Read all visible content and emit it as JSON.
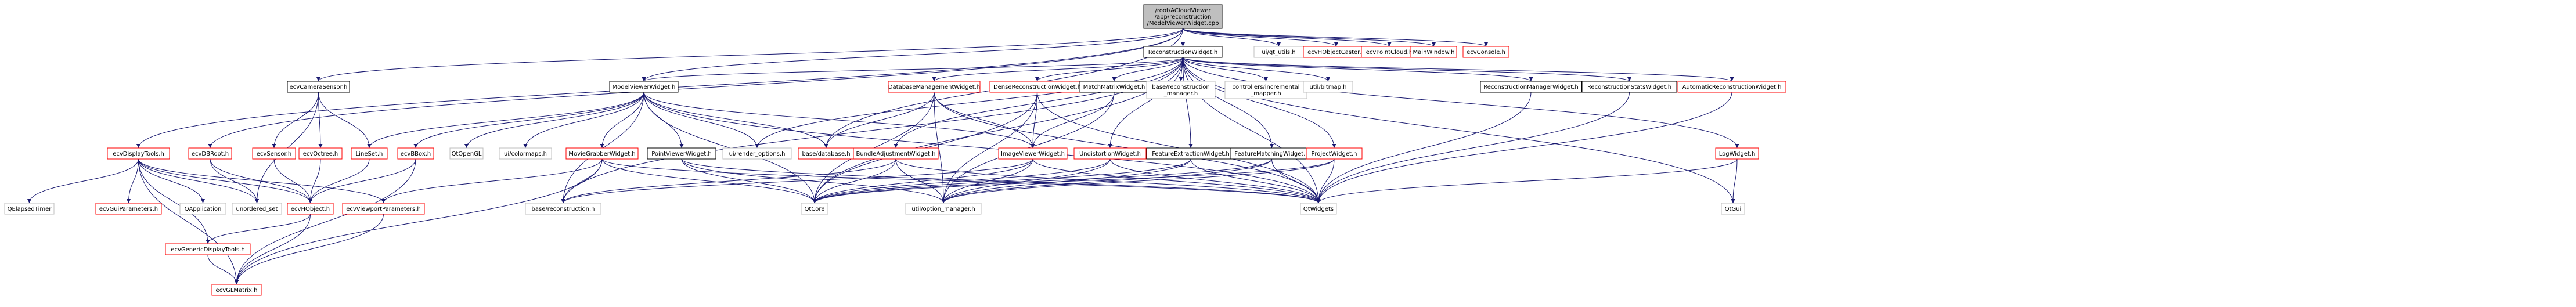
{
  "diagram": {
    "nodes": [
      {
        "id": "root",
        "lines": [
          "/root/ACloudViewer",
          "/app/reconstruction",
          "/ModelViewerWidget.cpp"
        ],
        "style": "root"
      },
      {
        "id": "ReconstructionWidget",
        "lines": [
          "ReconstructionWidget.h"
        ],
        "style": "black"
      },
      {
        "id": "qt_utils",
        "lines": [
          "ui/qt_utils.h"
        ],
        "style": "gray"
      },
      {
        "id": "ecvHObjectCaster",
        "lines": [
          "ecvHObjectCaster.h"
        ],
        "style": "red"
      },
      {
        "id": "ecvPointCloud",
        "lines": [
          "ecvPointCloud.h"
        ],
        "style": "red"
      },
      {
        "id": "MainWindow",
        "lines": [
          "MainWindow.h"
        ],
        "style": "red"
      },
      {
        "id": "ecvConsole",
        "lines": [
          "ecvConsole.h"
        ],
        "style": "red"
      },
      {
        "id": "ecvCameraSensor",
        "lines": [
          "ecvCameraSensor.h"
        ],
        "style": "black"
      },
      {
        "id": "ModelViewerWidget",
        "lines": [
          "ModelViewerWidget.h"
        ],
        "style": "black"
      },
      {
        "id": "DatabaseManagementWidget",
        "lines": [
          "DatabaseManagementWidget.h"
        ],
        "style": "red"
      },
      {
        "id": "DenseReconstructionWidget",
        "lines": [
          "DenseReconstructionWidget.h"
        ],
        "style": "red"
      },
      {
        "id": "MatchMatrixWidget",
        "lines": [
          "MatchMatrixWidget.h"
        ],
        "style": "black"
      },
      {
        "id": "base_reconstruction_manager",
        "lines": [
          "base/reconstruction",
          "_manager.h"
        ],
        "style": "gray"
      },
      {
        "id": "controllers_incremental_mapper",
        "lines": [
          "controllers/incremental",
          "_mapper.h"
        ],
        "style": "gray"
      },
      {
        "id": "util_bitmap",
        "lines": [
          "util/bitmap.h"
        ],
        "style": "gray"
      },
      {
        "id": "ReconstructionManagerWidget",
        "lines": [
          "ReconstructionManagerWidget.h"
        ],
        "style": "black"
      },
      {
        "id": "ReconstructionStatsWidget",
        "lines": [
          "ReconstructionStatsWidget.h"
        ],
        "style": "black"
      },
      {
        "id": "AutomaticReconstructionWidget",
        "lines": [
          "AutomaticReconstructionWidget.h"
        ],
        "style": "red"
      },
      {
        "id": "ecvDisplayTools",
        "lines": [
          "ecvDisplayTools.h"
        ],
        "style": "red"
      },
      {
        "id": "ecvDBRoot",
        "lines": [
          "ecvDBRoot.h"
        ],
        "style": "red"
      },
      {
        "id": "ecvSensor",
        "lines": [
          "ecvSensor.h"
        ],
        "style": "red"
      },
      {
        "id": "ecvOctree",
        "lines": [
          "ecvOctree.h"
        ],
        "style": "red"
      },
      {
        "id": "LineSet",
        "lines": [
          "LineSet.h"
        ],
        "style": "red"
      },
      {
        "id": "ecvBBox",
        "lines": [
          "ecvBBox.h"
        ],
        "style": "red"
      },
      {
        "id": "QtOpenGL",
        "lines": [
          "QtOpenGL"
        ],
        "style": "gray"
      },
      {
        "id": "ui_colormaps",
        "lines": [
          "ui/colormaps.h"
        ],
        "style": "gray"
      },
      {
        "id": "MovieGrabberWidget",
        "lines": [
          "MovieGrabberWidget.h"
        ],
        "style": "red"
      },
      {
        "id": "PointViewerWidget",
        "lines": [
          "PointViewerWidget.h"
        ],
        "style": "black"
      },
      {
        "id": "ui_render_options",
        "lines": [
          "ui/render_options.h"
        ],
        "style": "gray"
      },
      {
        "id": "base_database",
        "lines": [
          "base/database.h"
        ],
        "style": "red"
      },
      {
        "id": "BundleAdjustmentWidget",
        "lines": [
          "BundleAdjustmentWidget.h"
        ],
        "style": "red"
      },
      {
        "id": "ImageViewerWidget",
        "lines": [
          "ImageViewerWidget.h"
        ],
        "style": "red"
      },
      {
        "id": "UndistortionWidget",
        "lines": [
          "UndistortionWidget.h"
        ],
        "style": "red"
      },
      {
        "id": "FeatureExtractionWidget",
        "lines": [
          "FeatureExtractionWidget.h"
        ],
        "style": "black"
      },
      {
        "id": "FeatureMatchingWidget",
        "lines": [
          "FeatureMatchingWidget.h"
        ],
        "style": "black"
      },
      {
        "id": "ProjectWidget",
        "lines": [
          "ProjectWidget.h"
        ],
        "style": "red"
      },
      {
        "id": "LogWidget",
        "lines": [
          "LogWidget.h"
        ],
        "style": "red"
      },
      {
        "id": "QElapsedTimer",
        "lines": [
          "QElapsedTimer"
        ],
        "style": "gray"
      },
      {
        "id": "ecvGuiParameters",
        "lines": [
          "ecvGuiParameters.h"
        ],
        "style": "red"
      },
      {
        "id": "QApplication",
        "lines": [
          "QApplication"
        ],
        "style": "gray"
      },
      {
        "id": "unordered_set",
        "lines": [
          "unordered_set"
        ],
        "style": "gray"
      },
      {
        "id": "ecvHObject",
        "lines": [
          "ecvHObject.h"
        ],
        "style": "red"
      },
      {
        "id": "ecvViewportParameters",
        "lines": [
          "ecvViewportParameters.h"
        ],
        "style": "red"
      },
      {
        "id": "base_reconstruction",
        "lines": [
          "base/reconstruction.h"
        ],
        "style": "gray"
      },
      {
        "id": "QtCore",
        "lines": [
          "QtCore"
        ],
        "style": "gray"
      },
      {
        "id": "util_option_manager",
        "lines": [
          "util/option_manager.h"
        ],
        "style": "gray"
      },
      {
        "id": "QtWidgets",
        "lines": [
          "QtWidgets"
        ],
        "style": "gray"
      },
      {
        "id": "QtGui",
        "lines": [
          "QtGui"
        ],
        "style": "gray"
      },
      {
        "id": "ecvGenericDisplayTools",
        "lines": [
          "ecvGenericDisplayTools.h"
        ],
        "style": "red"
      },
      {
        "id": "ecvGLMatrix",
        "lines": [
          "ecvGLMatrix.h"
        ],
        "style": "red"
      }
    ],
    "edges": [
      [
        "root",
        "ReconstructionWidget"
      ],
      [
        "root",
        "qt_utils"
      ],
      [
        "root",
        "ecvHObjectCaster"
      ],
      [
        "root",
        "ecvPointCloud"
      ],
      [
        "root",
        "MainWindow"
      ],
      [
        "root",
        "ecvConsole"
      ],
      [
        "root",
        "ModelViewerWidget"
      ],
      [
        "root",
        "ecvCameraSensor"
      ],
      [
        "root",
        "ecvDisplayTools"
      ],
      [
        "root",
        "ecvDBRoot"
      ],
      [
        "root",
        "base_database"
      ],
      [
        "ReconstructionWidget",
        "ModelViewerWidget"
      ],
      [
        "ReconstructionWidget",
        "DatabaseManagementWidget"
      ],
      [
        "ReconstructionWidget",
        "DenseReconstructionWidget"
      ],
      [
        "ReconstructionWidget",
        "MatchMatrixWidget"
      ],
      [
        "ReconstructionWidget",
        "base_reconstruction_manager"
      ],
      [
        "ReconstructionWidget",
        "controllers_incremental_mapper"
      ],
      [
        "ReconstructionWidget",
        "util_bitmap"
      ],
      [
        "ReconstructionWidget",
        "ReconstructionManagerWidget"
      ],
      [
        "ReconstructionWidget",
        "ReconstructionStatsWidget"
      ],
      [
        "ReconstructionWidget",
        "AutomaticReconstructionWidget"
      ],
      [
        "ReconstructionWidget",
        "LogWidget"
      ],
      [
        "ReconstructionWidget",
        "BundleAdjustmentWidget"
      ],
      [
        "ReconstructionWidget",
        "UndistortionWidget"
      ],
      [
        "ReconstructionWidget",
        "FeatureExtractionWidget"
      ],
      [
        "ReconstructionWidget",
        "FeatureMatchingWidget"
      ],
      [
        "ReconstructionWidget",
        "ProjectWidget"
      ],
      [
        "ReconstructionWidget",
        "ui_render_options"
      ],
      [
        "ReconstructionWidget",
        "QtWidgets"
      ],
      [
        "ReconstructionWidget",
        "QtGui"
      ],
      [
        "ReconstructionWidget",
        "QtCore"
      ],
      [
        "ReconstructionWidget",
        "base_reconstruction"
      ],
      [
        "ecvCameraSensor",
        "ecvSensor"
      ],
      [
        "ecvCameraSensor",
        "ecvOctree"
      ],
      [
        "ecvCameraSensor",
        "LineSet"
      ],
      [
        "ecvCameraSensor",
        "unordered_set"
      ],
      [
        "ModelViewerWidget",
        "LineSet"
      ],
      [
        "ModelViewerWidget",
        "ecvBBox"
      ],
      [
        "ModelViewerWidget",
        "QtOpenGL"
      ],
      [
        "ModelViewerWidget",
        "ui_colormaps"
      ],
      [
        "ModelViewerWidget",
        "MovieGrabberWidget"
      ],
      [
        "ModelViewerWidget",
        "PointViewerWidget"
      ],
      [
        "ModelViewerWidget",
        "ui_render_options"
      ],
      [
        "ModelViewerWidget",
        "base_database"
      ],
      [
        "ModelViewerWidget",
        "ImageViewerWidget"
      ],
      [
        "ModelViewerWidget",
        "base_reconstruction"
      ],
      [
        "ModelViewerWidget",
        "QtCore"
      ],
      [
        "ModelViewerWidget",
        "QtWidgets"
      ],
      [
        "DatabaseManagementWidget",
        "base_database"
      ],
      [
        "DatabaseManagementWidget",
        "ImageViewerWidget"
      ],
      [
        "DatabaseManagementWidget",
        "QtCore"
      ],
      [
        "DatabaseManagementWidget",
        "QtWidgets"
      ],
      [
        "DatabaseManagementWidget",
        "util_option_manager"
      ],
      [
        "DenseReconstructionWidget",
        "ImageViewerWidget"
      ],
      [
        "DenseReconstructionWidget",
        "QtCore"
      ],
      [
        "DenseReconstructionWidget",
        "QtWidgets"
      ],
      [
        "DenseReconstructionWidget",
        "util_option_manager"
      ],
      [
        "MatchMatrixWidget",
        "ImageViewerWidget"
      ],
      [
        "MatchMatrixWidget",
        "util_option_manager"
      ],
      [
        "ReconstructionManagerWidget",
        "QtWidgets"
      ],
      [
        "ReconstructionStatsWidget",
        "QtWidgets"
      ],
      [
        "AutomaticReconstructionWidget",
        "QtWidgets"
      ],
      [
        "LogWidget",
        "QtWidgets"
      ],
      [
        "LogWidget",
        "QtGui"
      ],
      [
        "ecvDisplayTools",
        "QElapsedTimer"
      ],
      [
        "ecvDisplayTools",
        "ecvGuiParameters"
      ],
      [
        "ecvDisplayTools",
        "QApplication"
      ],
      [
        "ecvDisplayTools",
        "unordered_set"
      ],
      [
        "ecvDisplayTools",
        "ecvHObject"
      ],
      [
        "ecvDisplayTools",
        "ecvViewportParameters"
      ],
      [
        "ecvDisplayTools",
        "ecvGenericDisplayTools"
      ],
      [
        "ecvDisplayTools",
        "ecvGLMatrix"
      ],
      [
        "ecvDBRoot",
        "ecvHObject"
      ],
      [
        "ecvDBRoot",
        "unordered_set"
      ],
      [
        "ecvSensor",
        "ecvHObject"
      ],
      [
        "ecvOctree",
        "ecvHObject"
      ],
      [
        "LineSet",
        "ecvHObject"
      ],
      [
        "ecvBBox",
        "ecvHObject"
      ],
      [
        "ecvBBox",
        "ecvGLMatrix"
      ],
      [
        "MovieGrabberWidget",
        "ecvViewportParameters"
      ],
      [
        "MovieGrabberWidget",
        "ecvGLMatrix"
      ],
      [
        "MovieGrabberWidget",
        "base_reconstruction"
      ],
      [
        "MovieGrabberWidget",
        "QtCore"
      ],
      [
        "MovieGrabberWidget",
        "QtWidgets"
      ],
      [
        "PointViewerWidget",
        "QtCore"
      ],
      [
        "PointViewerWidget",
        "QtWidgets"
      ],
      [
        "PointViewerWidget",
        "util_option_manager"
      ],
      [
        "BundleAdjustmentWidget",
        "QtCore"
      ],
      [
        "BundleAdjustmentWidget",
        "QtWidgets"
      ],
      [
        "BundleAdjustmentWidget",
        "util_option_manager"
      ],
      [
        "BundleAdjustmentWidget",
        "base_reconstruction"
      ],
      [
        "ImageViewerWidget",
        "QtCore"
      ],
      [
        "ImageViewerWidget",
        "QtWidgets"
      ],
      [
        "ImageViewerWidget",
        "util_option_manager"
      ],
      [
        "ImageViewerWidget",
        "base_reconstruction"
      ],
      [
        "UndistortionWidget",
        "QtCore"
      ],
      [
        "UndistortionWidget",
        "QtWidgets"
      ],
      [
        "UndistortionWidget",
        "util_option_manager"
      ],
      [
        "FeatureExtractionWidget",
        "QtCore"
      ],
      [
        "FeatureExtractionWidget",
        "QtWidgets"
      ],
      [
        "FeatureExtractionWidget",
        "util_option_manager"
      ],
      [
        "FeatureMatchingWidget",
        "QtCore"
      ],
      [
        "FeatureMatchingWidget",
        "QtWidgets"
      ],
      [
        "FeatureMatchingWidget",
        "util_option_manager"
      ],
      [
        "ProjectWidget",
        "QtCore"
      ],
      [
        "ProjectWidget",
        "QtWidgets"
      ],
      [
        "ProjectWidget",
        "util_option_manager"
      ],
      [
        "ecvHObject",
        "ecvGenericDisplayTools"
      ],
      [
        "ecvHObject",
        "ecvGLMatrix"
      ],
      [
        "ecvViewportParameters",
        "ecvGLMatrix"
      ],
      [
        "ecvGenericDisplayTools",
        "ecvGLMatrix"
      ]
    ]
  }
}
